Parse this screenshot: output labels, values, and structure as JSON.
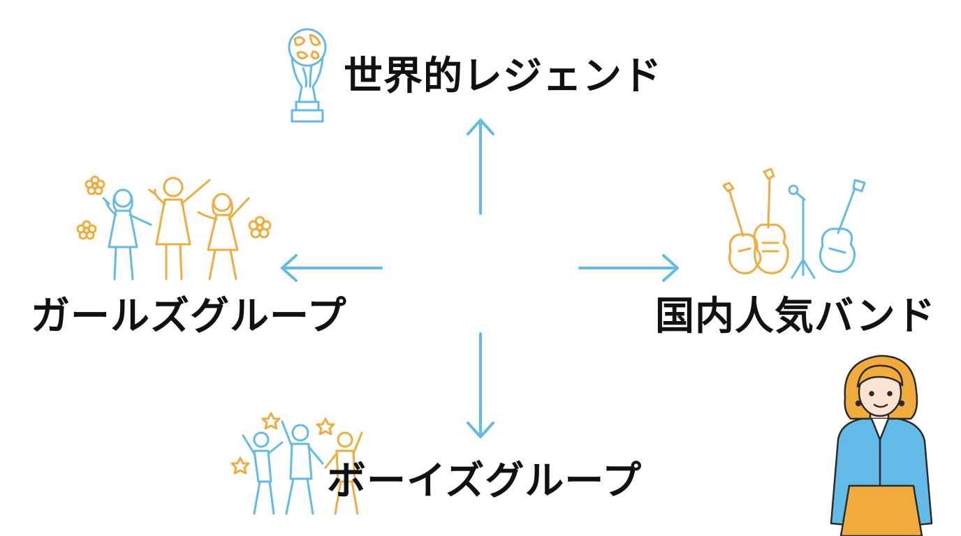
{
  "labels": {
    "top": "世界的レジェンド",
    "left": "ガールズグループ",
    "right": "国内人気バンド",
    "bottom": "ボーイズグループ"
  },
  "colors": {
    "arrow": "#62bbe7",
    "blue": "#62bbe7",
    "orange": "#f0ab3c",
    "text": "#111111",
    "blouse": "#62bbe7",
    "skirt": "#f0ab3c",
    "hair": "#f0ab3c",
    "skin": "#fbe3d2"
  },
  "icons": {
    "top": "trophy-icon",
    "left": "girls-group-icon",
    "right": "band-instruments-icon",
    "bottom": "boys-group-icon",
    "person": "woman-presenter-icon"
  }
}
